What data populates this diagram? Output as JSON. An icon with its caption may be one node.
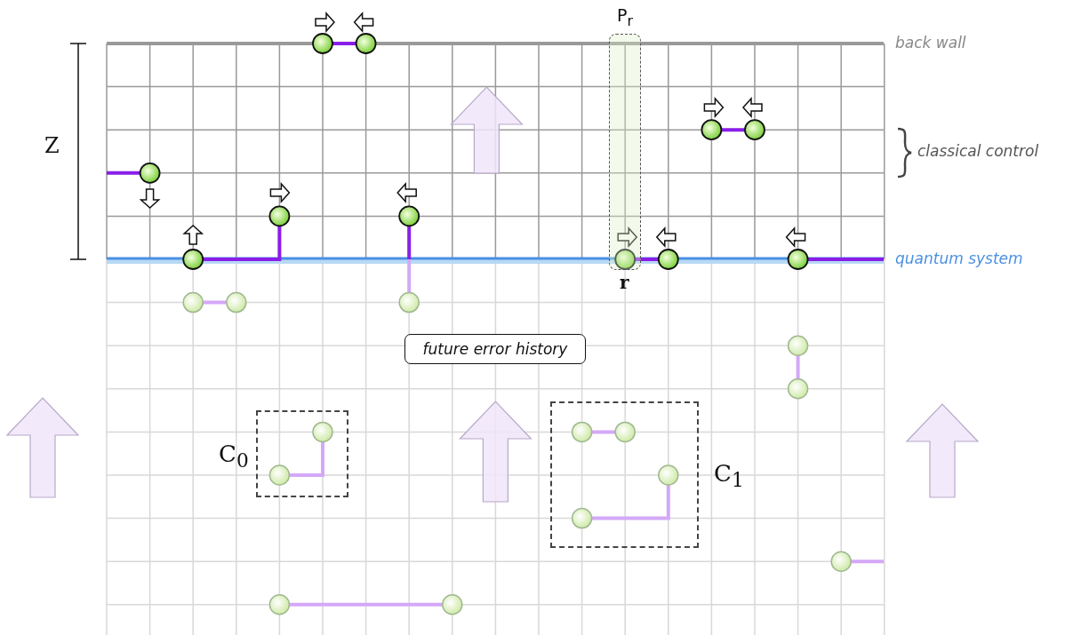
{
  "diagram": {
    "nodes": [
      {
        "text": [
          "future error history"
        ]
      },
      {
        "text": [
          "C$_{0}$"
        ]
      },
      {
        "text": [
          "C$_{1}$"
        ]
      },
      {
        "text": [
          "P$_{r}$"
        ]
      }
    ],
    "labels": [
      "Z",
      "back wall",
      "classical control",
      "quantum system",
      "r"
    ]
  }
}
